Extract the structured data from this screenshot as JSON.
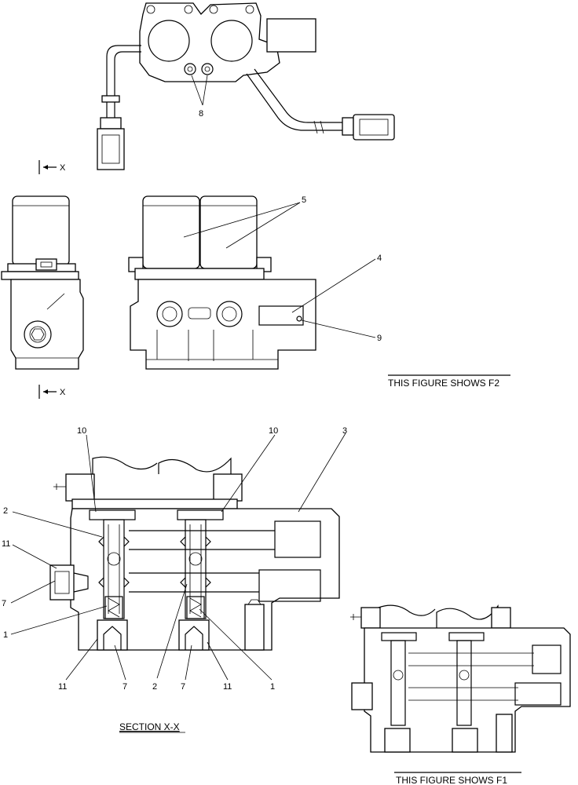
{
  "callouts": {
    "c1": "1",
    "c2": "2",
    "c3": "3",
    "c4": "4",
    "c5": "5",
    "c7": "7",
    "c8": "8",
    "c9": "9",
    "c10": "10",
    "c11": "11"
  },
  "section_marker": "X",
  "captions": {
    "f2": "THIS FIGURE SHOWS  F2",
    "section": "SECTION  X-X",
    "f1": "THIS FIGURE SHOWS  F1"
  }
}
